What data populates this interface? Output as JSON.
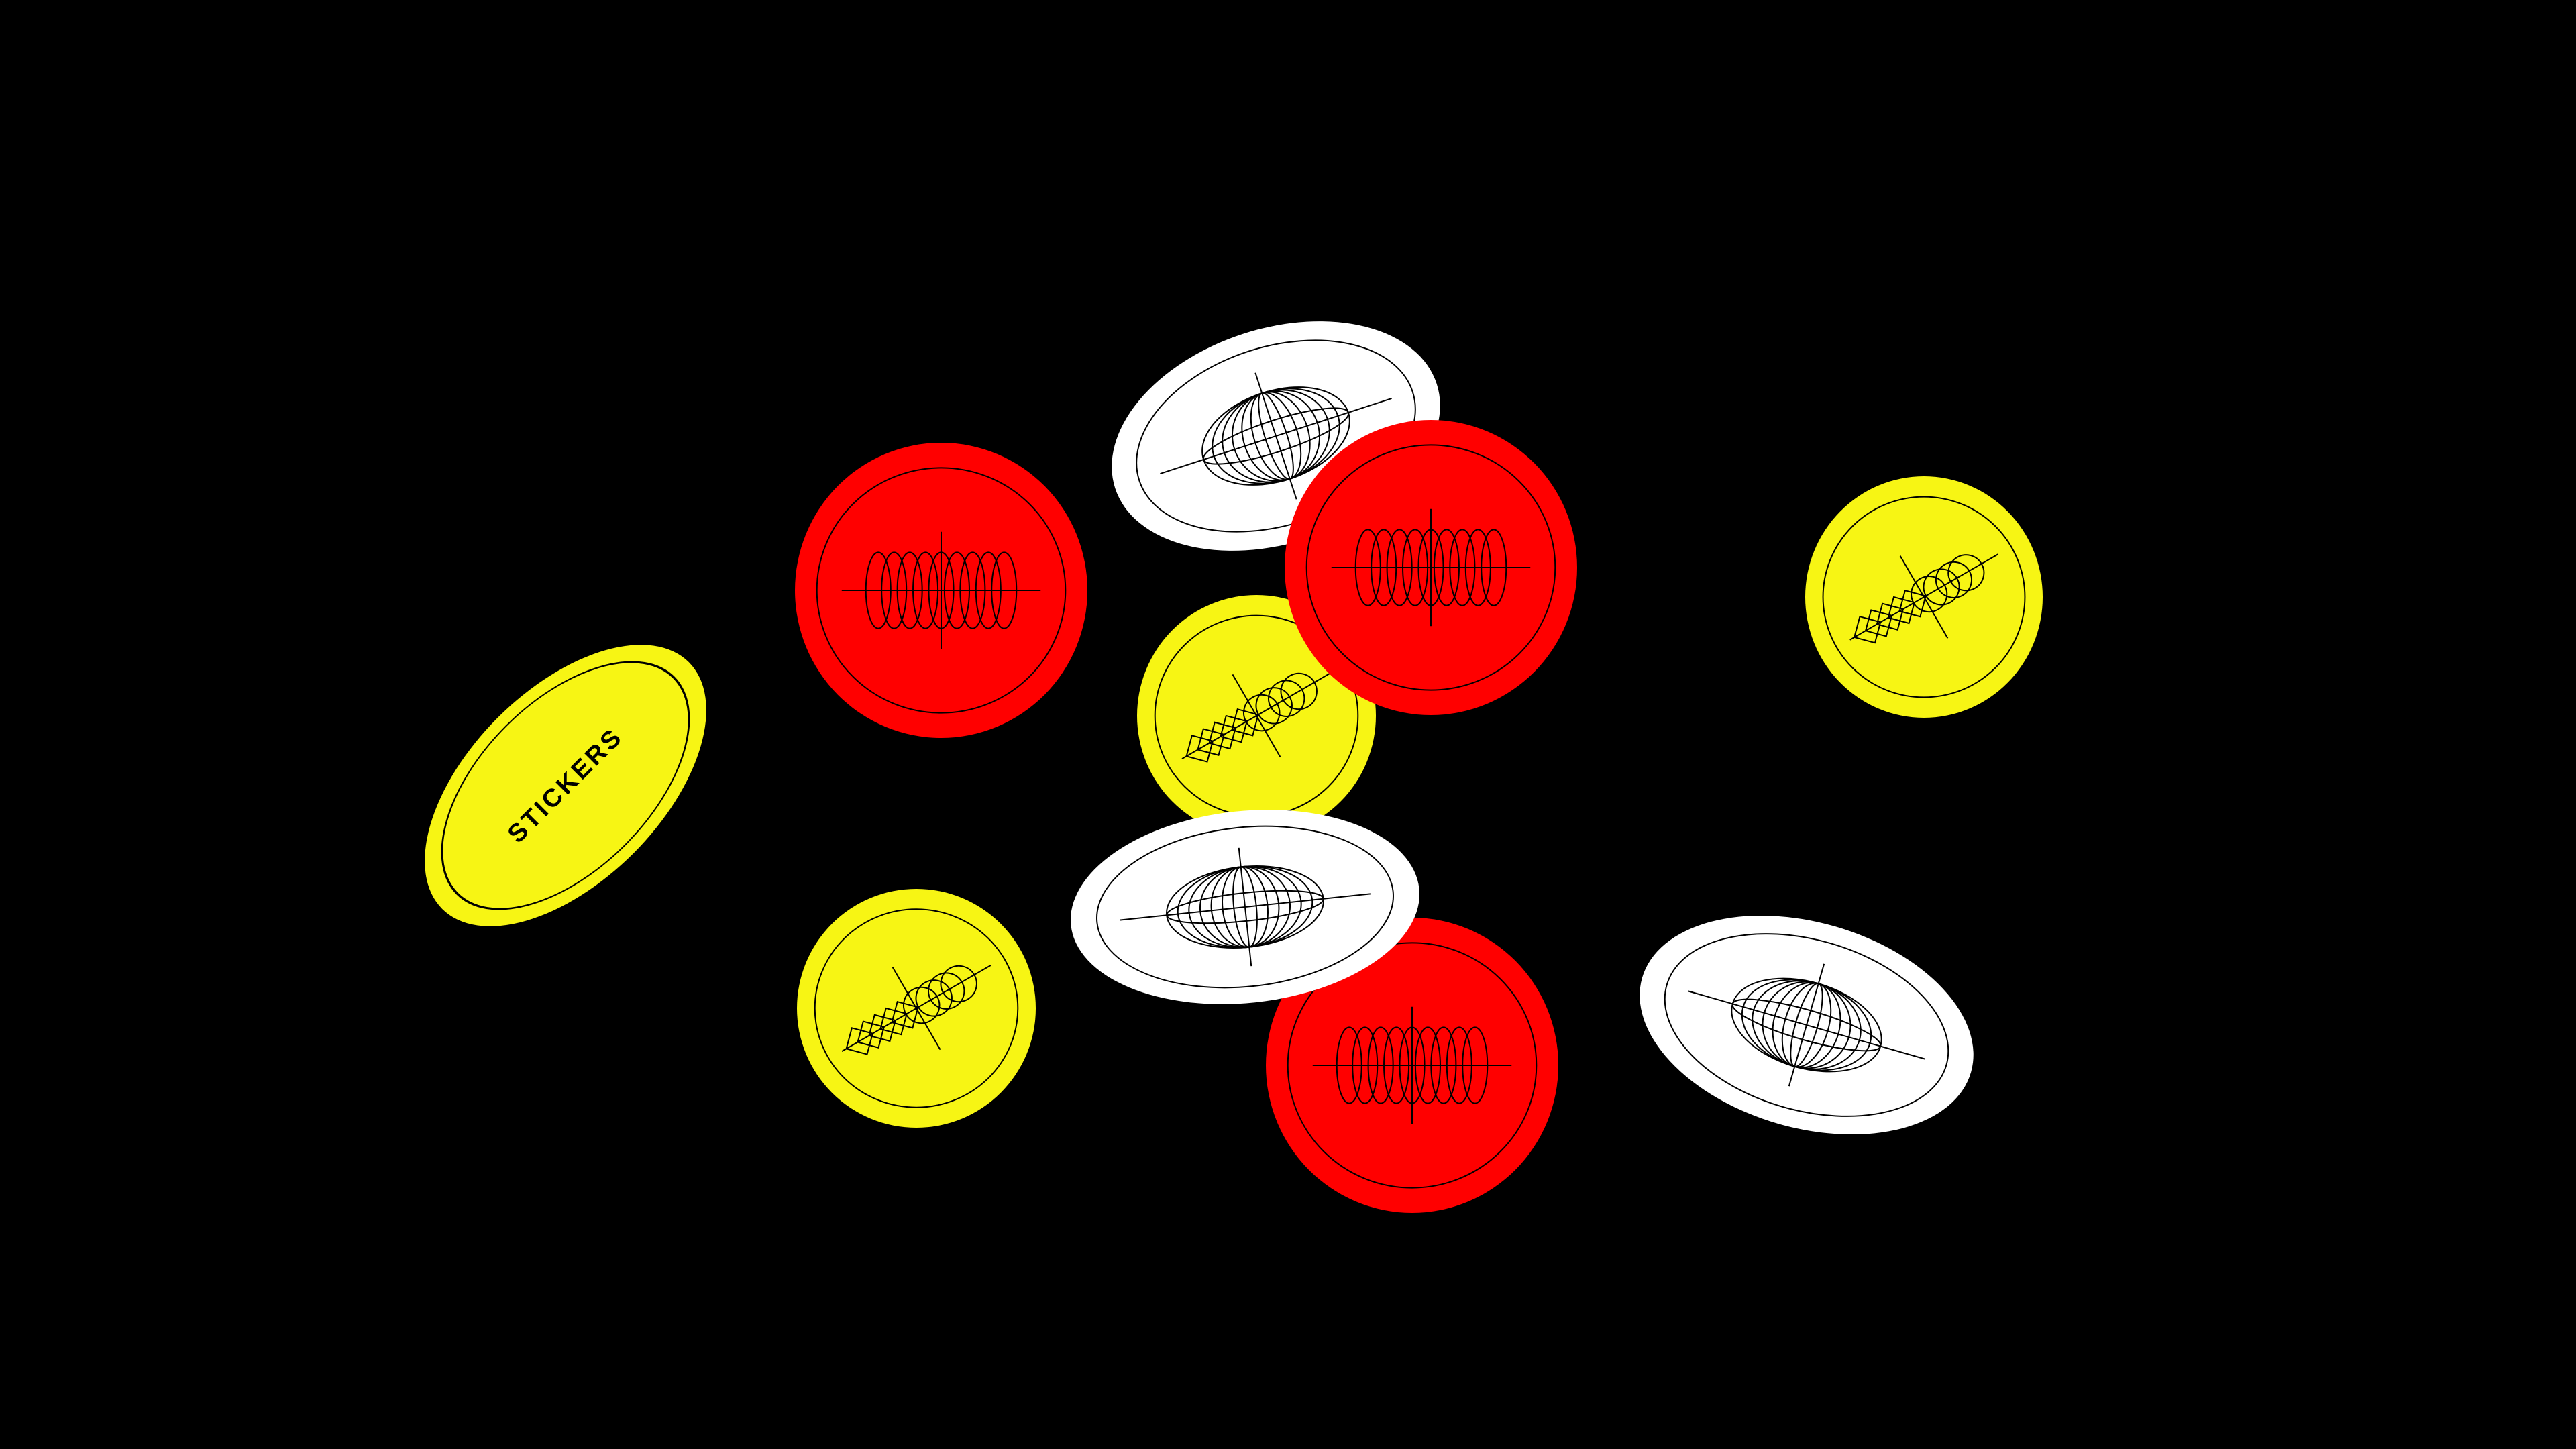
{
  "scene": {
    "background": "#000000",
    "colors": {
      "red": "#ff0000",
      "yellow": "#f7f514",
      "white": "#ffffff",
      "line": "#000000"
    },
    "sticker_label": "STICKERS"
  },
  "stickers": [
    {
      "name": "yellow-label-sticker",
      "color": "yellow",
      "icon": "stickers-text"
    },
    {
      "name": "white-oval-sticker-top",
      "color": "white",
      "icon": "globe-wireframe-icon"
    },
    {
      "name": "red-circle-sticker-left",
      "color": "red",
      "icon": "coil-spring-icon"
    },
    {
      "name": "red-circle-sticker-top-right",
      "color": "red",
      "icon": "coil-spring-icon"
    },
    {
      "name": "yellow-circle-sticker-center",
      "color": "yellow",
      "icon": "prism-rings-icon"
    },
    {
      "name": "yellow-circle-sticker-right",
      "color": "yellow",
      "icon": "prism-rings-icon"
    },
    {
      "name": "yellow-circle-sticker-bottom-left",
      "color": "yellow",
      "icon": "prism-rings-icon"
    },
    {
      "name": "red-circle-sticker-bottom",
      "color": "red",
      "icon": "coil-spring-icon"
    },
    {
      "name": "white-oval-sticker-middle",
      "color": "white",
      "icon": "globe-wireframe-icon"
    },
    {
      "name": "white-oval-sticker-right",
      "color": "white",
      "icon": "globe-wireframe-icon"
    }
  ]
}
